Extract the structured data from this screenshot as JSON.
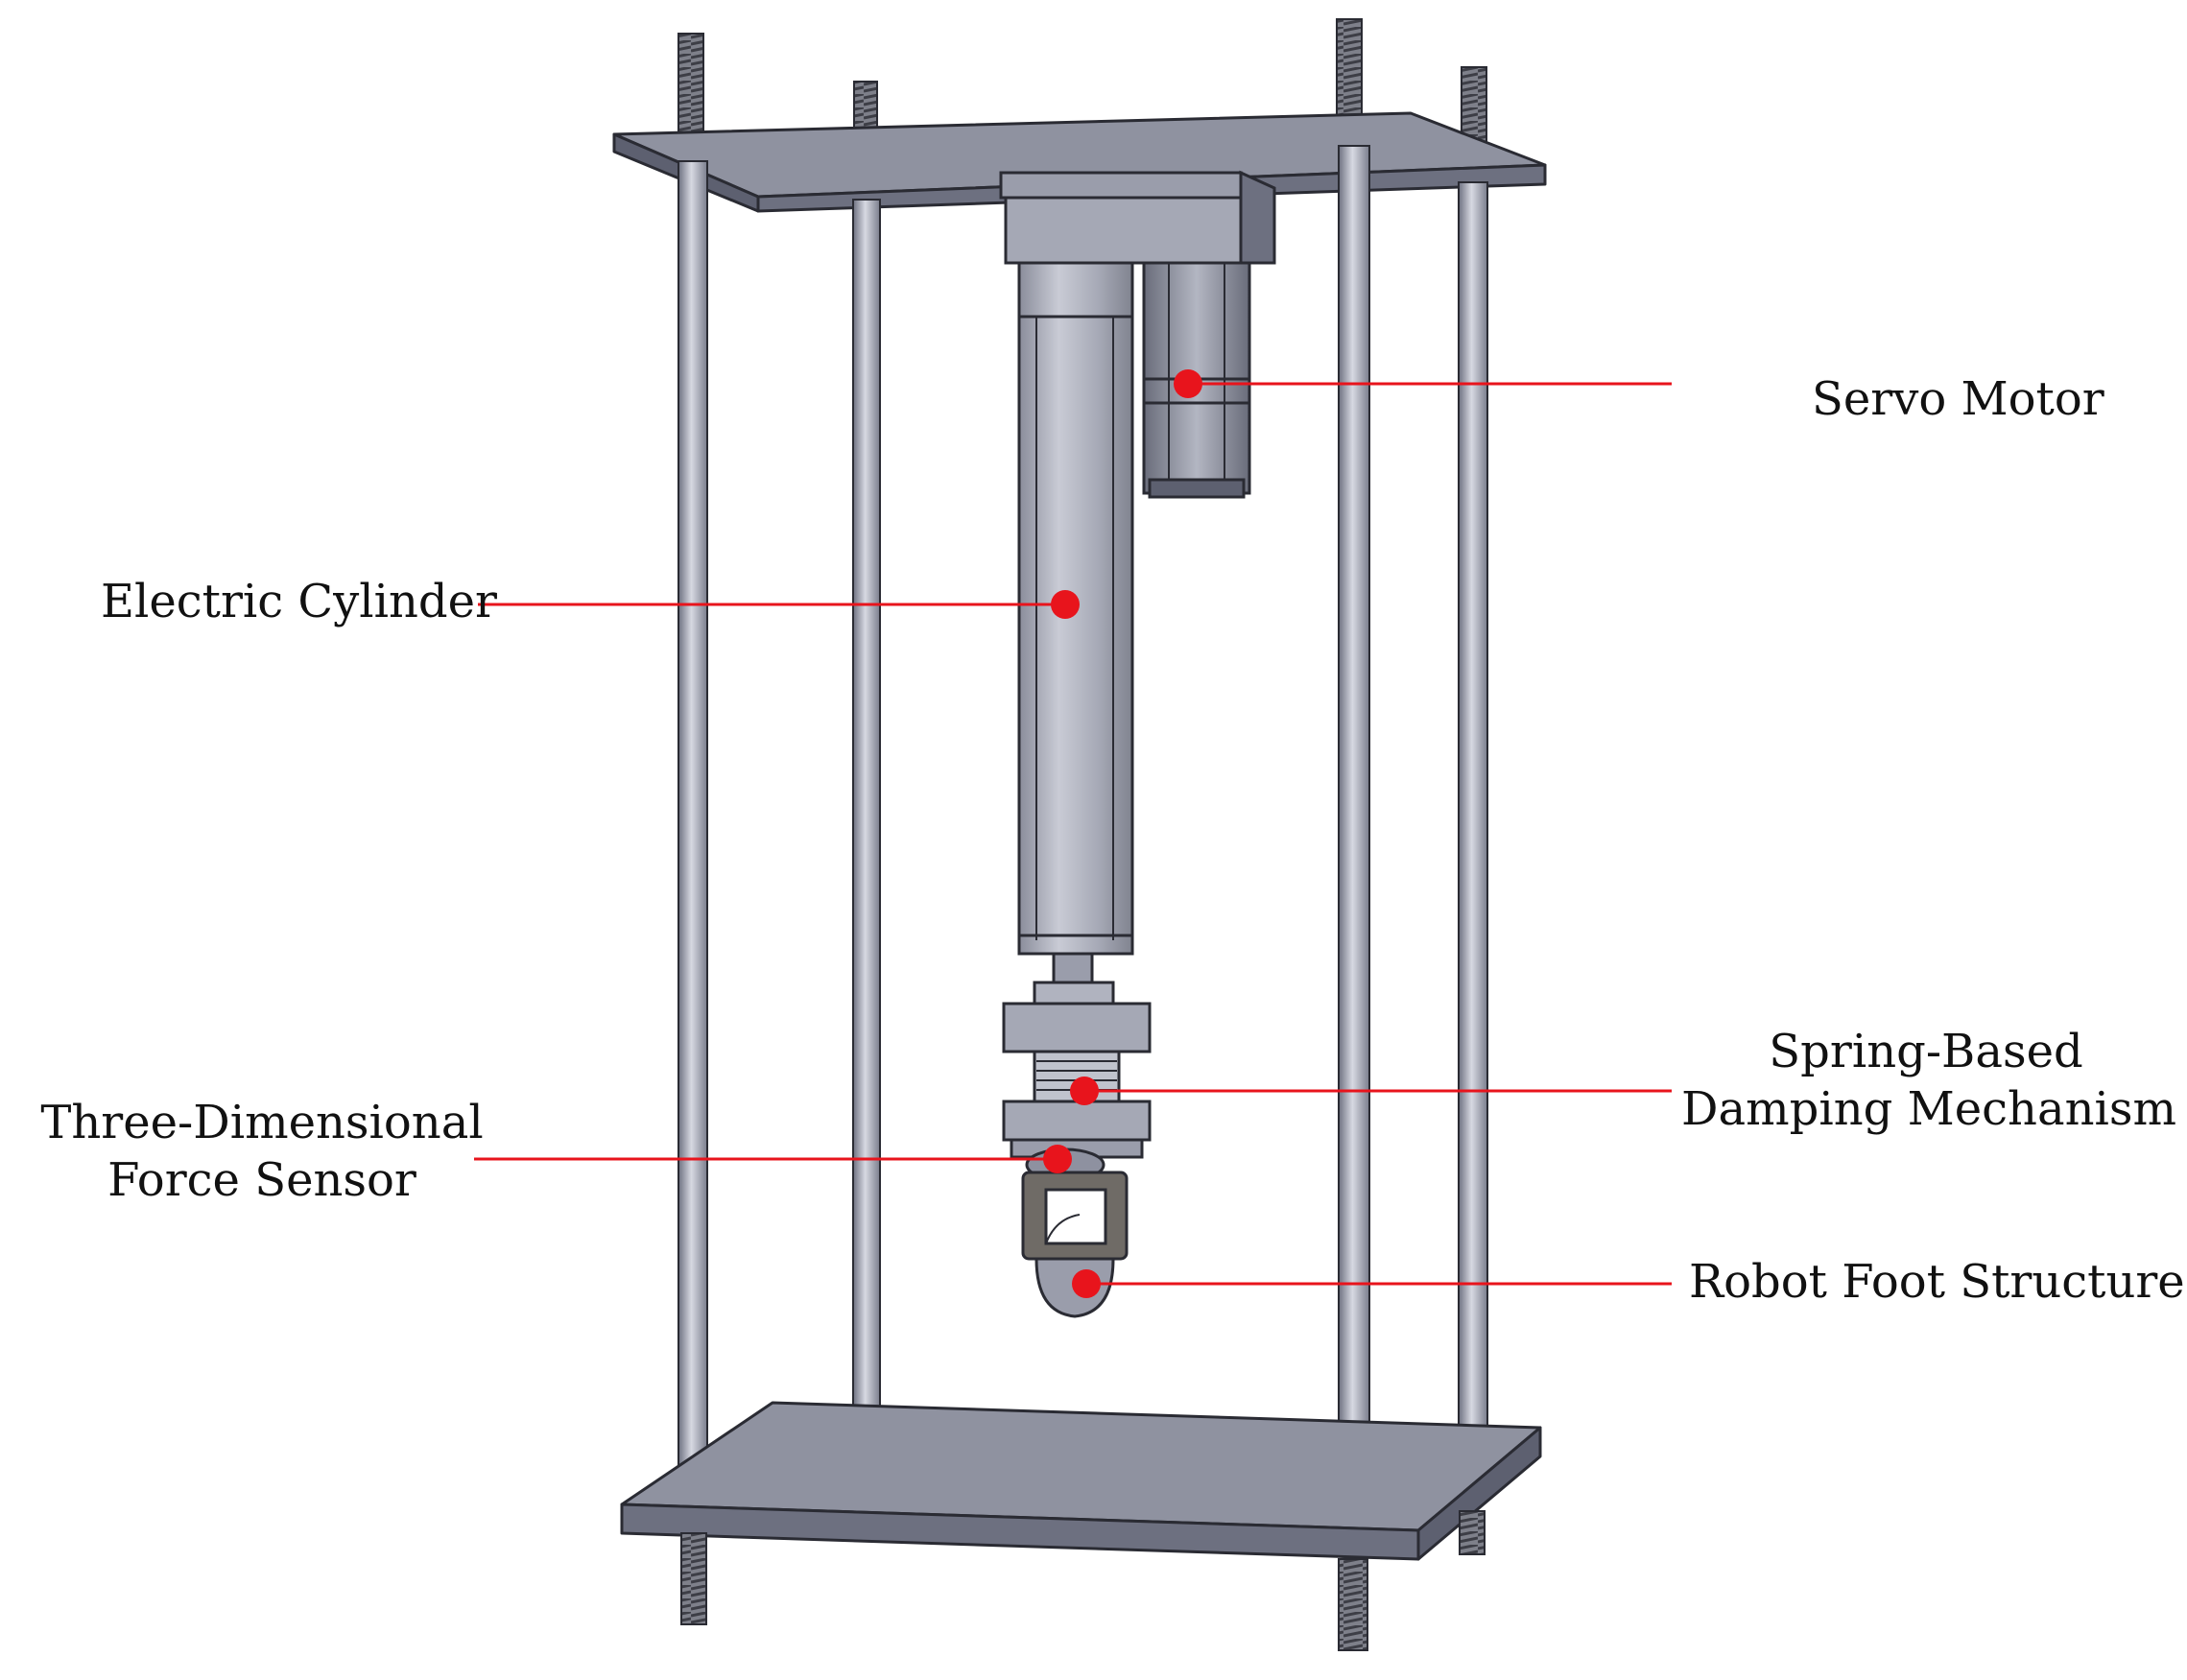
{
  "labels": {
    "servo_motor": "Servo Motor",
    "electric_cylinder": "Electric Cylinder",
    "spring_damping_line1": "Spring-Based",
    "spring_damping_line2": "Damping Mechanism",
    "force_sensor_line1": "Three-Dimensional",
    "force_sensor_line2": "Force Sensor",
    "robot_foot": "Robot Foot Structure"
  },
  "colors": {
    "leader": "#e8141c",
    "metal_light": "#b9bcc8",
    "metal_mid": "#8e91a0",
    "metal_dark": "#5d6070",
    "outline": "#2a2b33",
    "bracket": "#6f6b66"
  }
}
